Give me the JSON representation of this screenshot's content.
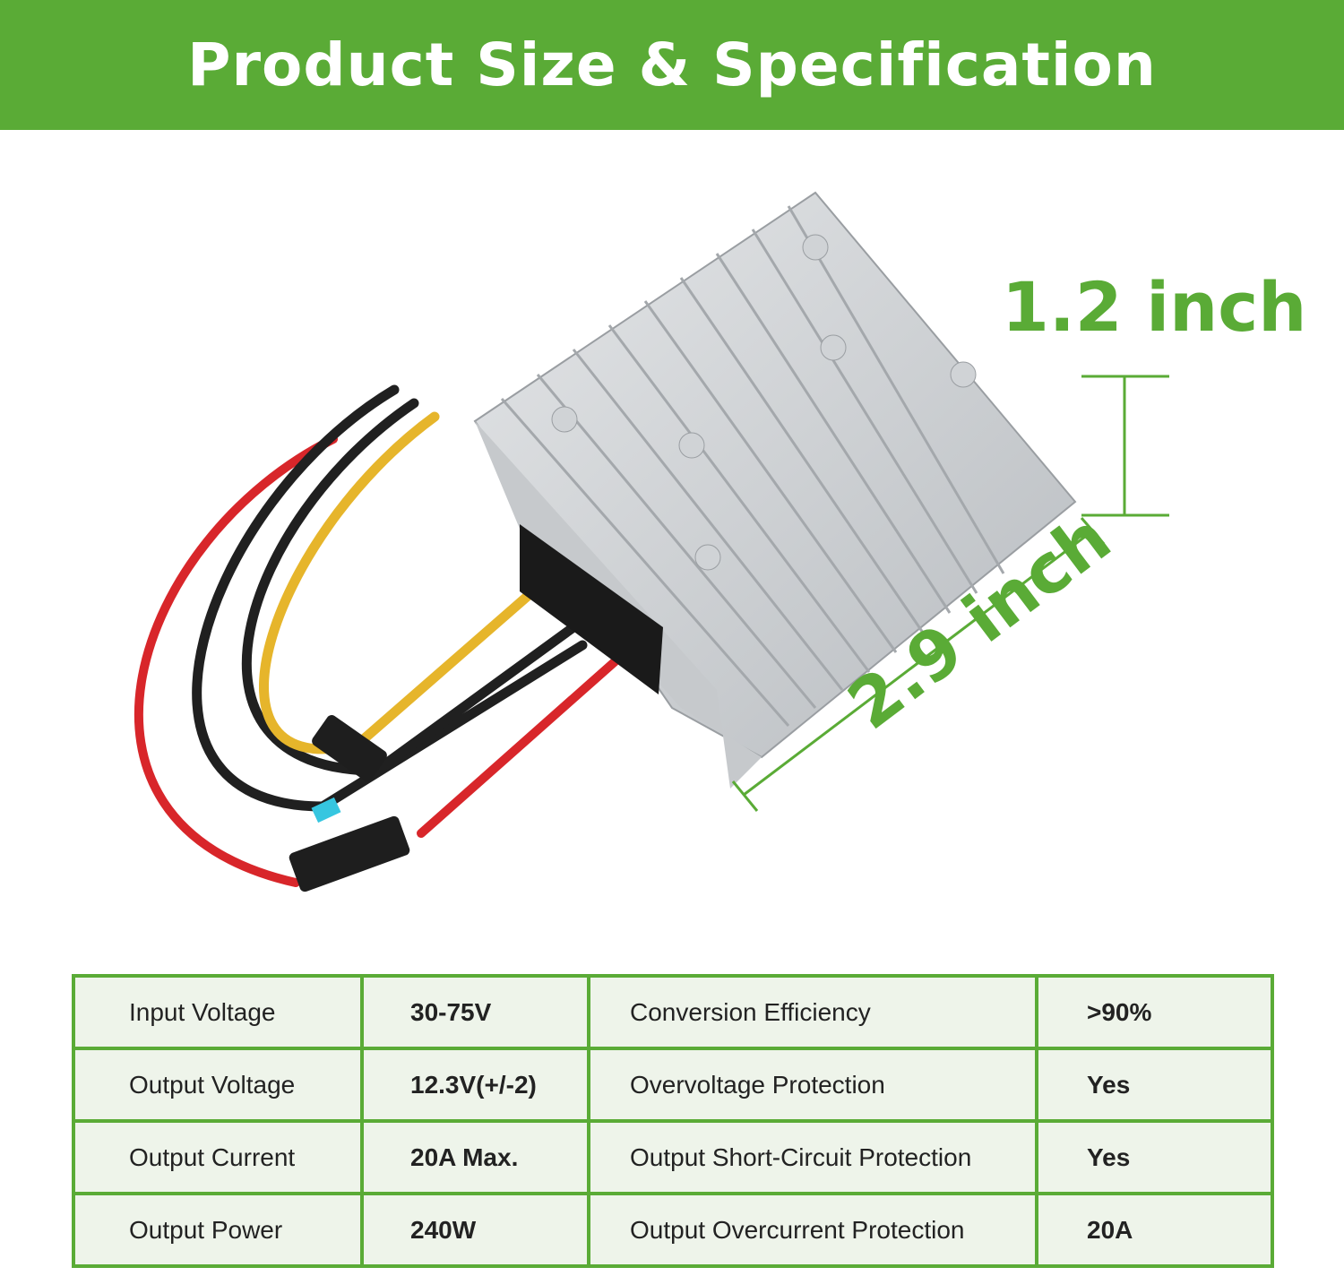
{
  "header": {
    "title": "Product Size & Specification"
  },
  "dimensions": {
    "height_label": "1.2 inch",
    "length_label": "2.9 inch"
  },
  "colors": {
    "brand_green": "#5aab36",
    "table_bg": "#eef4ea"
  },
  "specs": [
    {
      "label": "Input Voltage",
      "value": "30-75V",
      "label2": "Conversion Efficiency",
      "value2": ">90%"
    },
    {
      "label": "Output Voltage",
      "value": "12.3V(+/-2)",
      "label2": "Overvoltage Protection",
      "value2": "Yes"
    },
    {
      "label": "Output Current",
      "value": "20A Max.",
      "label2": "Output Short-Circuit Protection",
      "value2": "Yes"
    },
    {
      "label": "Output Power",
      "value": "240W",
      "label2": "Output Overcurrent Protection",
      "value2": "20A"
    }
  ]
}
